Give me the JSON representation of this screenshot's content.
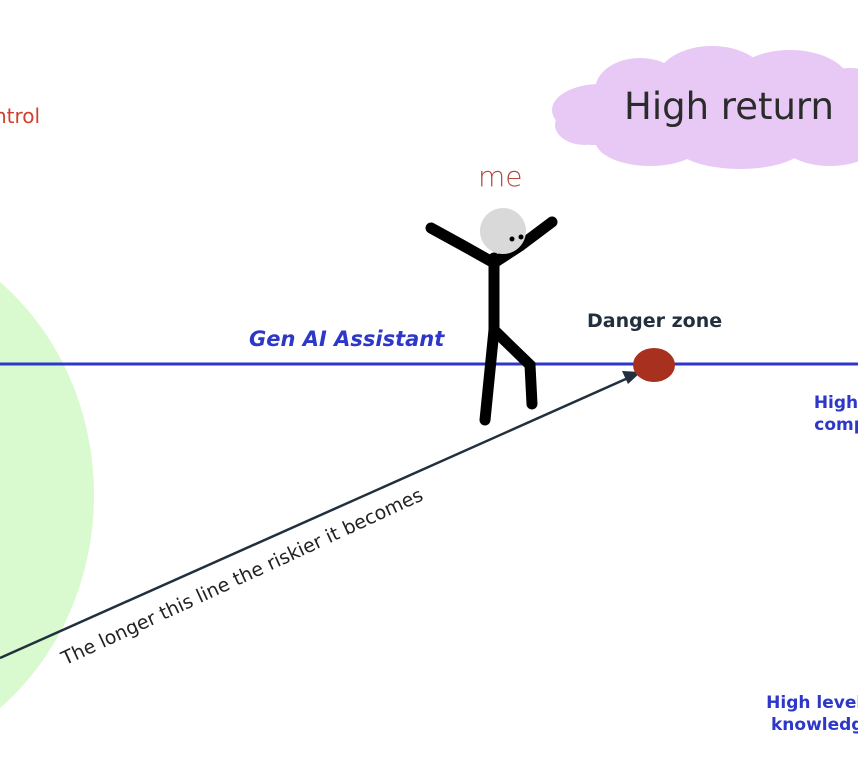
{
  "labels": {
    "control": "ntrol",
    "high_return": "High return",
    "me": "me",
    "gen_ai_assistant": "Gen AI Assistant",
    "danger_zone": "Danger zone",
    "tech_complexity": "High t compl",
    "knowledge": "High level o knowledge",
    "risk_line": "The longer this line the riskier it becomes"
  },
  "colors": {
    "background": "#ffffff",
    "comfort_circle": "#d9f9cf",
    "cloud": "#e8c9f6",
    "gen_ai_line": "#2d37c8",
    "danger_dot": "#a8301f",
    "stick_figure": "#000000",
    "head": "#d9d9d9",
    "control_text": "#d1402f",
    "me_text": "#b0483c",
    "arrow": "#22303e"
  },
  "icons": {
    "figure": "stick-figure-icon",
    "cloud": "cloud-icon",
    "danger": "danger-dot-icon",
    "arrow": "arrow-icon"
  }
}
